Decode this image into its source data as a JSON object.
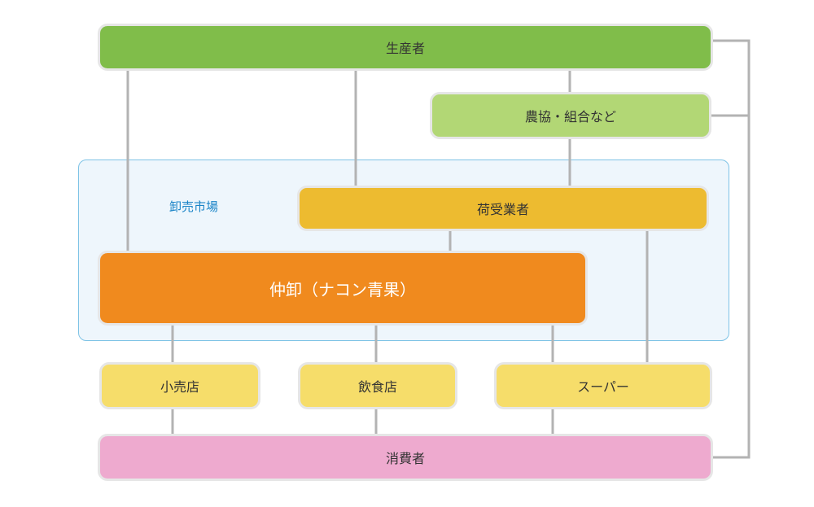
{
  "diagram": {
    "nodes": {
      "producer": "生産者",
      "coop": "農協・組合など",
      "receiver": "荷受業者",
      "broker": "仲卸（ナコン青果）",
      "retail": "小売店",
      "restaurant": "飲食店",
      "supermarket": "スーパー",
      "consumer": "消費者"
    },
    "group_label": "卸売市場",
    "colors": {
      "producer": "#80bd4a",
      "coop": "#b2d775",
      "receiver": "#edbb30",
      "broker": "#f08a1e",
      "retail": "#f6dd6a",
      "consumer": "#eeaacf",
      "market_fill": "#eef6fc",
      "market_border": "#7ec3e6",
      "line": "#b3b3b3"
    },
    "edges": [
      [
        "producer",
        "broker"
      ],
      [
        "producer",
        "receiver"
      ],
      [
        "producer",
        "coop"
      ],
      [
        "coop",
        "receiver"
      ],
      [
        "receiver",
        "broker"
      ],
      [
        "receiver",
        "supermarket"
      ],
      [
        "broker",
        "retail"
      ],
      [
        "broker",
        "restaurant"
      ],
      [
        "broker",
        "supermarket"
      ],
      [
        "retail",
        "consumer"
      ],
      [
        "restaurant",
        "consumer"
      ],
      [
        "supermarket",
        "consumer"
      ],
      [
        "producer",
        "consumer"
      ],
      [
        "coop",
        "consumer"
      ]
    ]
  }
}
